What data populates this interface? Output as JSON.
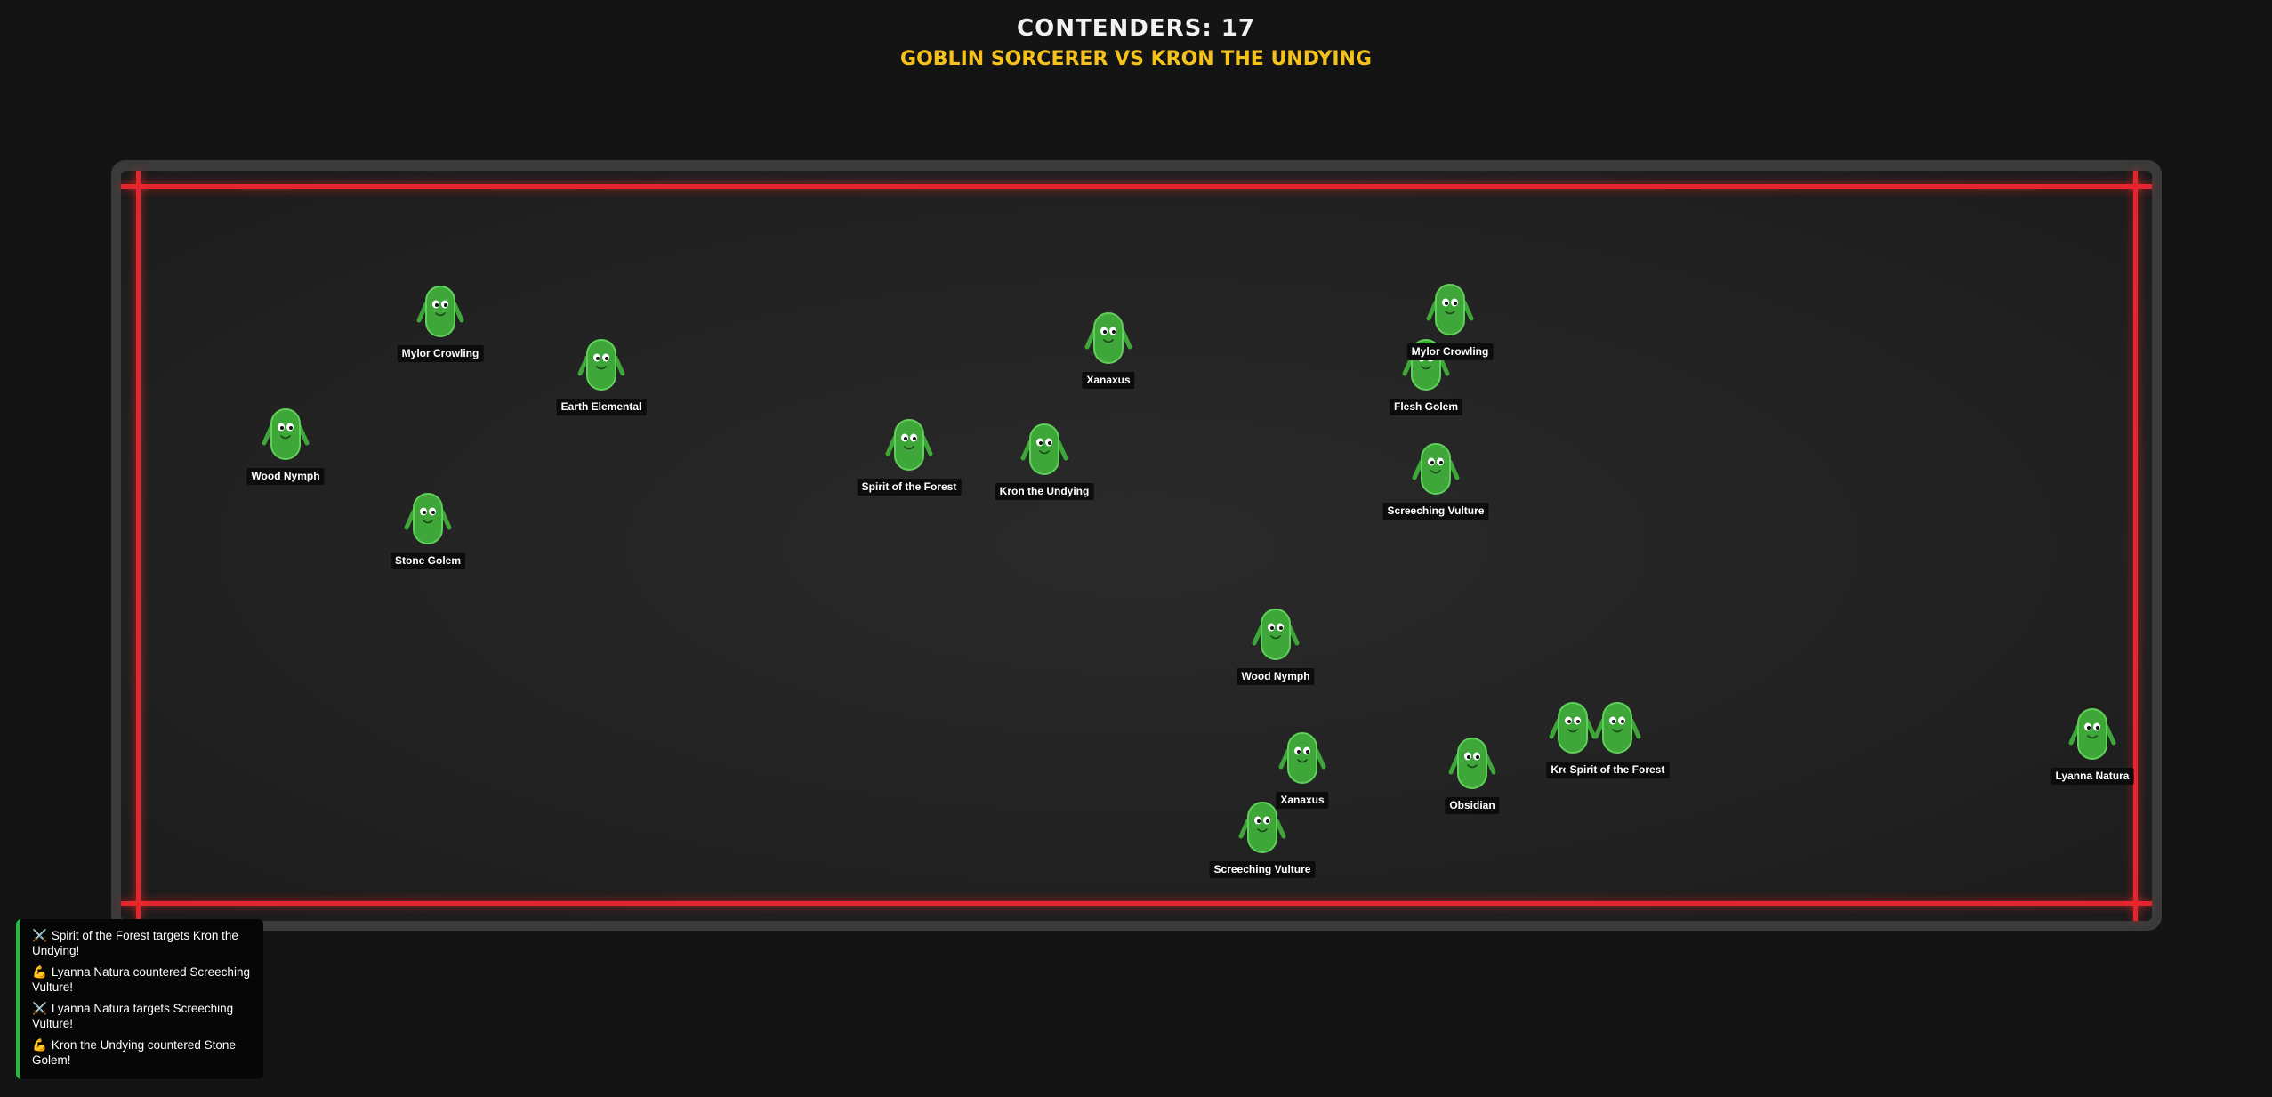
{
  "header": {
    "contenders_label": "CONTENDERS: 17",
    "matchup": "GOBLIN SORCERER VS KRON THE UNDYING"
  },
  "colors": {
    "rope": "#e3262d",
    "fighter_body": "#3fa63a",
    "fighter_outline": "#5fd05a",
    "highlight": "#f5c21b",
    "log_accent": "#28b83c"
  },
  "fighters": [
    {
      "name": "Mylor Crowling",
      "icon": "blob-fighter-icon"
    },
    {
      "name": "Earth Elemental",
      "icon": "blob-fighter-icon"
    },
    {
      "name": "Wood Nymph",
      "icon": "blob-fighter-icon"
    },
    {
      "name": "Stone Golem",
      "icon": "blob-fighter-icon"
    },
    {
      "name": "Xanaxus",
      "icon": "blob-fighter-icon"
    },
    {
      "name": "Spirit of the Forest",
      "icon": "blob-fighter-icon"
    },
    {
      "name": "Kron the Undying",
      "icon": "blob-fighter-icon"
    },
    {
      "name": "Flesh Golem",
      "icon": "blob-fighter-icon"
    },
    {
      "name": "Mylor Crowling",
      "icon": "blob-fighter-icon"
    },
    {
      "name": "Screeching Vulture",
      "icon": "blob-fighter-icon"
    },
    {
      "name": "Wood Nymph",
      "icon": "blob-fighter-icon"
    },
    {
      "name": "Xanaxus",
      "icon": "blob-fighter-icon"
    },
    {
      "name": "Screeching Vulture",
      "icon": "blob-fighter-icon"
    },
    {
      "name": "Obsidian",
      "icon": "blob-fighter-icon"
    },
    {
      "name": "Kron the",
      "icon": "blob-fighter-icon"
    },
    {
      "name": "Spirit of the Forest",
      "icon": "blob-fighter-icon"
    },
    {
      "name": "Lyanna Natura",
      "icon": "blob-fighter-icon"
    }
  ],
  "log": [
    {
      "icon": "⚔️",
      "text": "Spirit of the Forest targets Kron the Undying!"
    },
    {
      "icon": "💪",
      "text": "Lyanna Natura countered Screeching Vulture!"
    },
    {
      "icon": "⚔️",
      "text": "Lyanna Natura targets Screeching Vulture!"
    },
    {
      "icon": "💪",
      "text": "Kron the Undying countered Stone Golem!"
    }
  ]
}
